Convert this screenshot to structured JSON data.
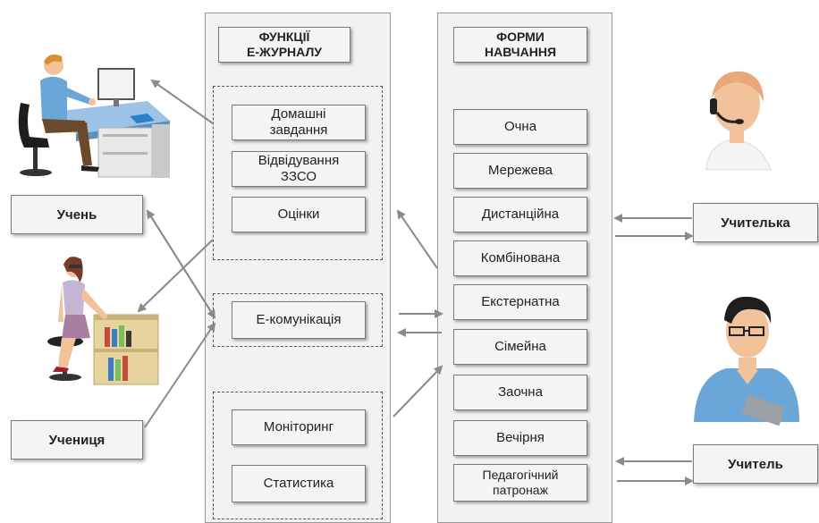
{
  "functions": {
    "header": "ФУНКЦІЇ\nЕ-ЖУРНАЛУ",
    "items": [
      "Домашні\nзавдання",
      "Відвідування\nЗЗСО",
      "Оцінки",
      "Е-комунікація",
      "Моніторинг",
      "Статистика"
    ]
  },
  "forms": {
    "header": "ФОРМИ\nНАВЧАННЯ",
    "items": [
      "Очна",
      "Мережева",
      "Дистанційна",
      "Комбінована",
      "Екстернатна",
      "Сімейна",
      "Заочна",
      "Вечірня",
      "Педагогічний\nпатронаж"
    ]
  },
  "roles": {
    "student_male": "Учень",
    "student_female": "Учениця",
    "teacher_female": "Учителька",
    "teacher_male": "Учитель"
  },
  "colors": {
    "arrow": "#8a8a8a",
    "box_fill": "#f4f4f4",
    "column_fill": "#f2f2f2",
    "shirt_blue": "#6aa6d8",
    "desk_blue": "#9cc3e6"
  }
}
